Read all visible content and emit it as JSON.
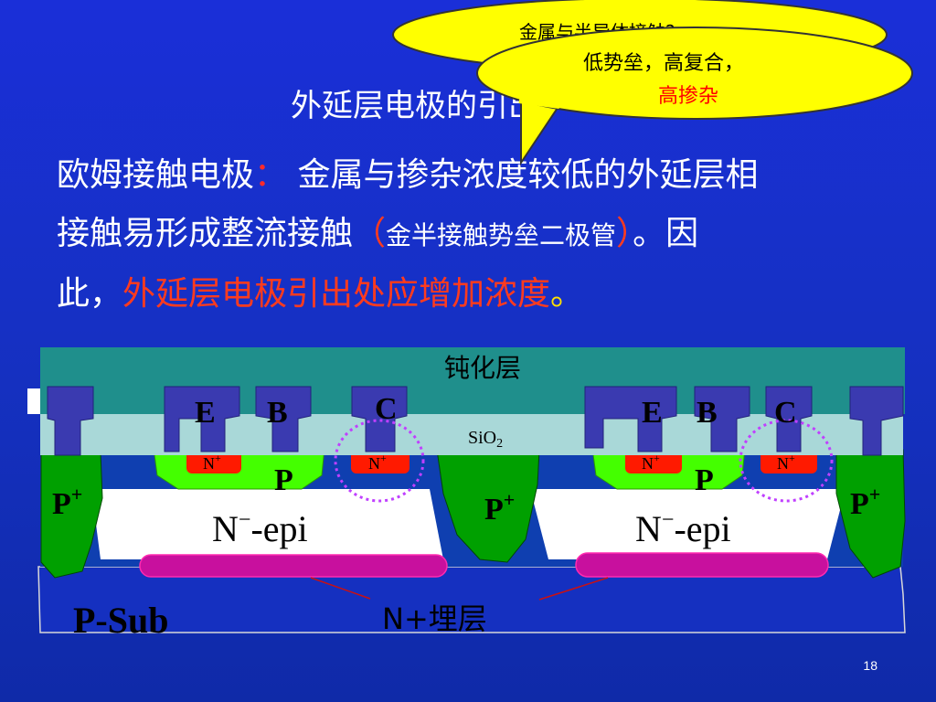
{
  "slide": {
    "title": "外延层电极的引出",
    "para_line1_a": "欧姆接触电极",
    "para_line1_colon": "：",
    "para_line1_b": "金属与掺杂浓度较低的外延层相",
    "para_line2_a": "接触易形成整流接触",
    "para_paren_open": "（",
    "para_line2_inner": "金半接触势垒二极管",
    "para_paren_close": "）",
    "para_line2_b": "。因",
    "para_line3_a": "此，",
    "para_line3_red": "外延层电极引出处应增加浓度",
    "para_line3_dot": "。",
    "page_number": "18"
  },
  "callouts": {
    "back": {
      "text": "金属与半导体接触?"
    },
    "front": {
      "line1": "低势垒，高复合，",
      "line2": "高掺杂"
    }
  },
  "diagram": {
    "passivation_label": "钝化层",
    "sio2_label": "SiO",
    "sio2_sub": "2",
    "electrode_left": [
      "E",
      "B",
      "C"
    ],
    "electrode_right": [
      "E",
      "B",
      "C"
    ],
    "nplus_label": "N",
    "plus_sup": "+",
    "base_label": "P",
    "pplus_label": "P",
    "epi_label_main": "N",
    "epi_sup": "−",
    "epi_suffix": "-epi",
    "substrate_label": "P-Sub",
    "buried_label": "N+埋层"
  },
  "colors": {
    "background": "#1530c0",
    "passivation": "#1f8f8c",
    "sio2": "#a9d8d8",
    "metal": "#3a3ab0",
    "p_region": "#00a000",
    "pbase": "#44ff00",
    "nplus": "#ff1a00",
    "buried": "#c8109e",
    "epi": "#ffffff",
    "highlight_circle": "#c040ff",
    "callout_fill": "#ffff00"
  }
}
